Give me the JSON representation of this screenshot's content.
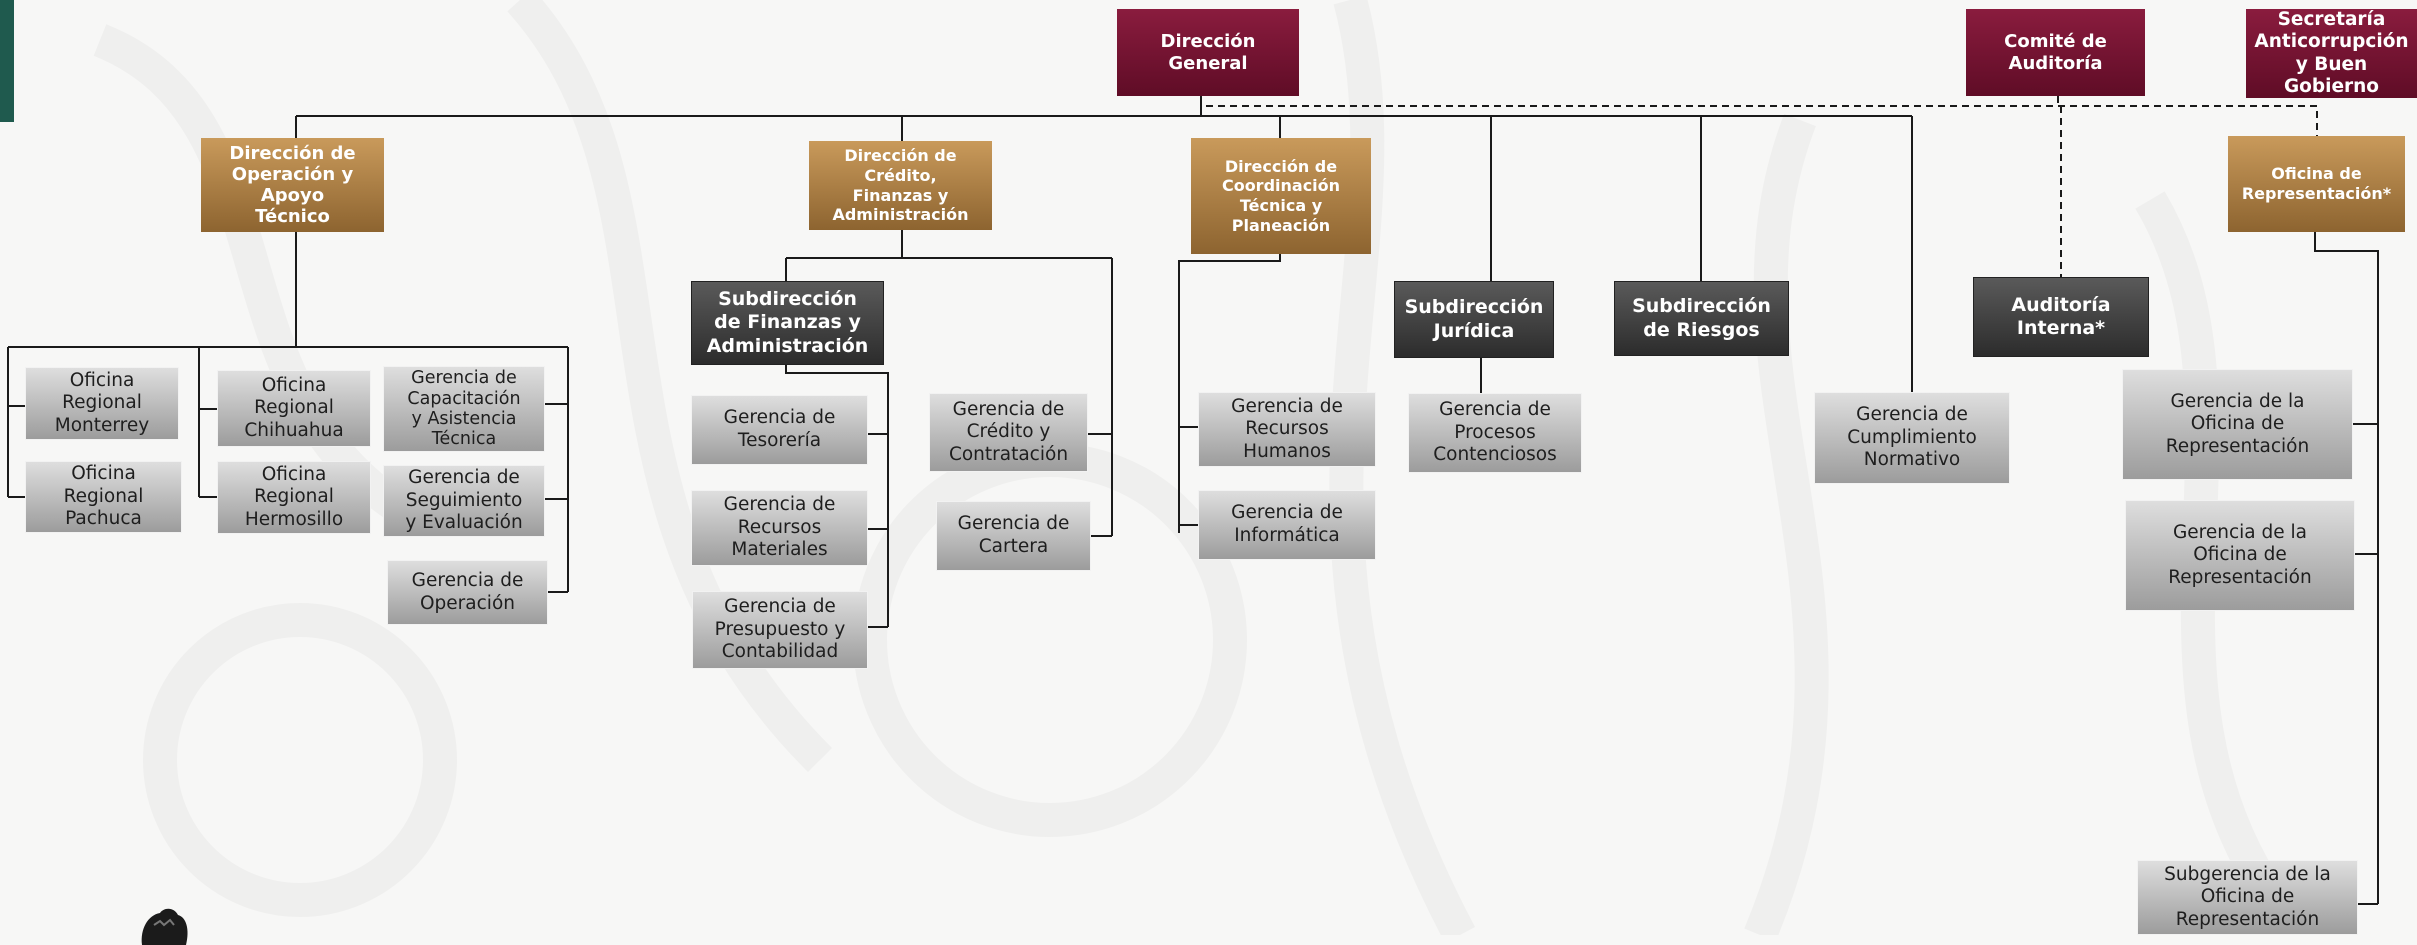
{
  "colors": {
    "maroon": "#6e1231",
    "gold": "#a87a40",
    "dark": "#3c3c3c",
    "gray": "#bdbdbd",
    "teal": "#1f5a4e",
    "line": "#1a1a1a"
  },
  "icons": {
    "emblem": "eagle-emblem-icon"
  },
  "top": {
    "direccion_general": "Dirección\nGeneral",
    "comite_auditoria": "Comité de\nAuditoría",
    "secretaria": "Secretaría\nAnticorrupción\ny Buen\nGobierno"
  },
  "direcciones": {
    "operacion": "Dirección de\nOperación y\nApoyo\nTécnico",
    "credito": "Dirección de\nCrédito,\nFinanzas y\nAdministración",
    "coordinacion": "Dirección de\nCoordinación\nTécnica y\nPlaneación",
    "oficina_representacion": "Oficina de\nRepresentación*"
  },
  "subdirecciones": {
    "finanzas": "Subdirección\nde Finanzas y\nAdministración",
    "juridica": "Subdirección\nJurídica",
    "riesgos": "Subdirección\nde Riesgos",
    "auditoria_interna": "Auditoría\nInterna*"
  },
  "oficinas": {
    "monterrey": "Oficina\nRegional\nMonterrey",
    "pachuca": "Oficina\nRegional\nPachuca",
    "chihuahua": "Oficina\nRegional\nChihuahua",
    "hermosillo": "Oficina\nRegional\nHermosillo"
  },
  "gerencias": {
    "capacitacion": "Gerencia de\nCapacitación\ny Asistencia\nTécnica",
    "seguimiento": "Gerencia de\nSeguimiento\ny Evaluación",
    "operacion": "Gerencia de\nOperación",
    "tesoreria": "Gerencia de\nTesorería",
    "recursos_materiales": "Gerencia de\nRecursos\nMateriales",
    "presupuesto": "Gerencia de\nPresupuesto y\nContabilidad",
    "credito_contratacion": "Gerencia de\nCrédito y\nContratación",
    "cartera": "Gerencia de\nCartera",
    "recursos_humanos": "Gerencia de\nRecursos\nHumanos",
    "informatica": "Gerencia de\nInformática",
    "procesos_contenciosos": "Gerencia de\nProcesos\nContenciosos",
    "cumplimiento_normativo": "Gerencia de\nCumplimiento\nNormativo",
    "oficina_rep_1": "Gerencia de la\nOficina de\nRepresentación",
    "oficina_rep_2": "Gerencia de la\nOficina de\nRepresentación",
    "subgerencia_oficina_rep": "Subgerencia de la\nOficina de\nRepresentación"
  }
}
